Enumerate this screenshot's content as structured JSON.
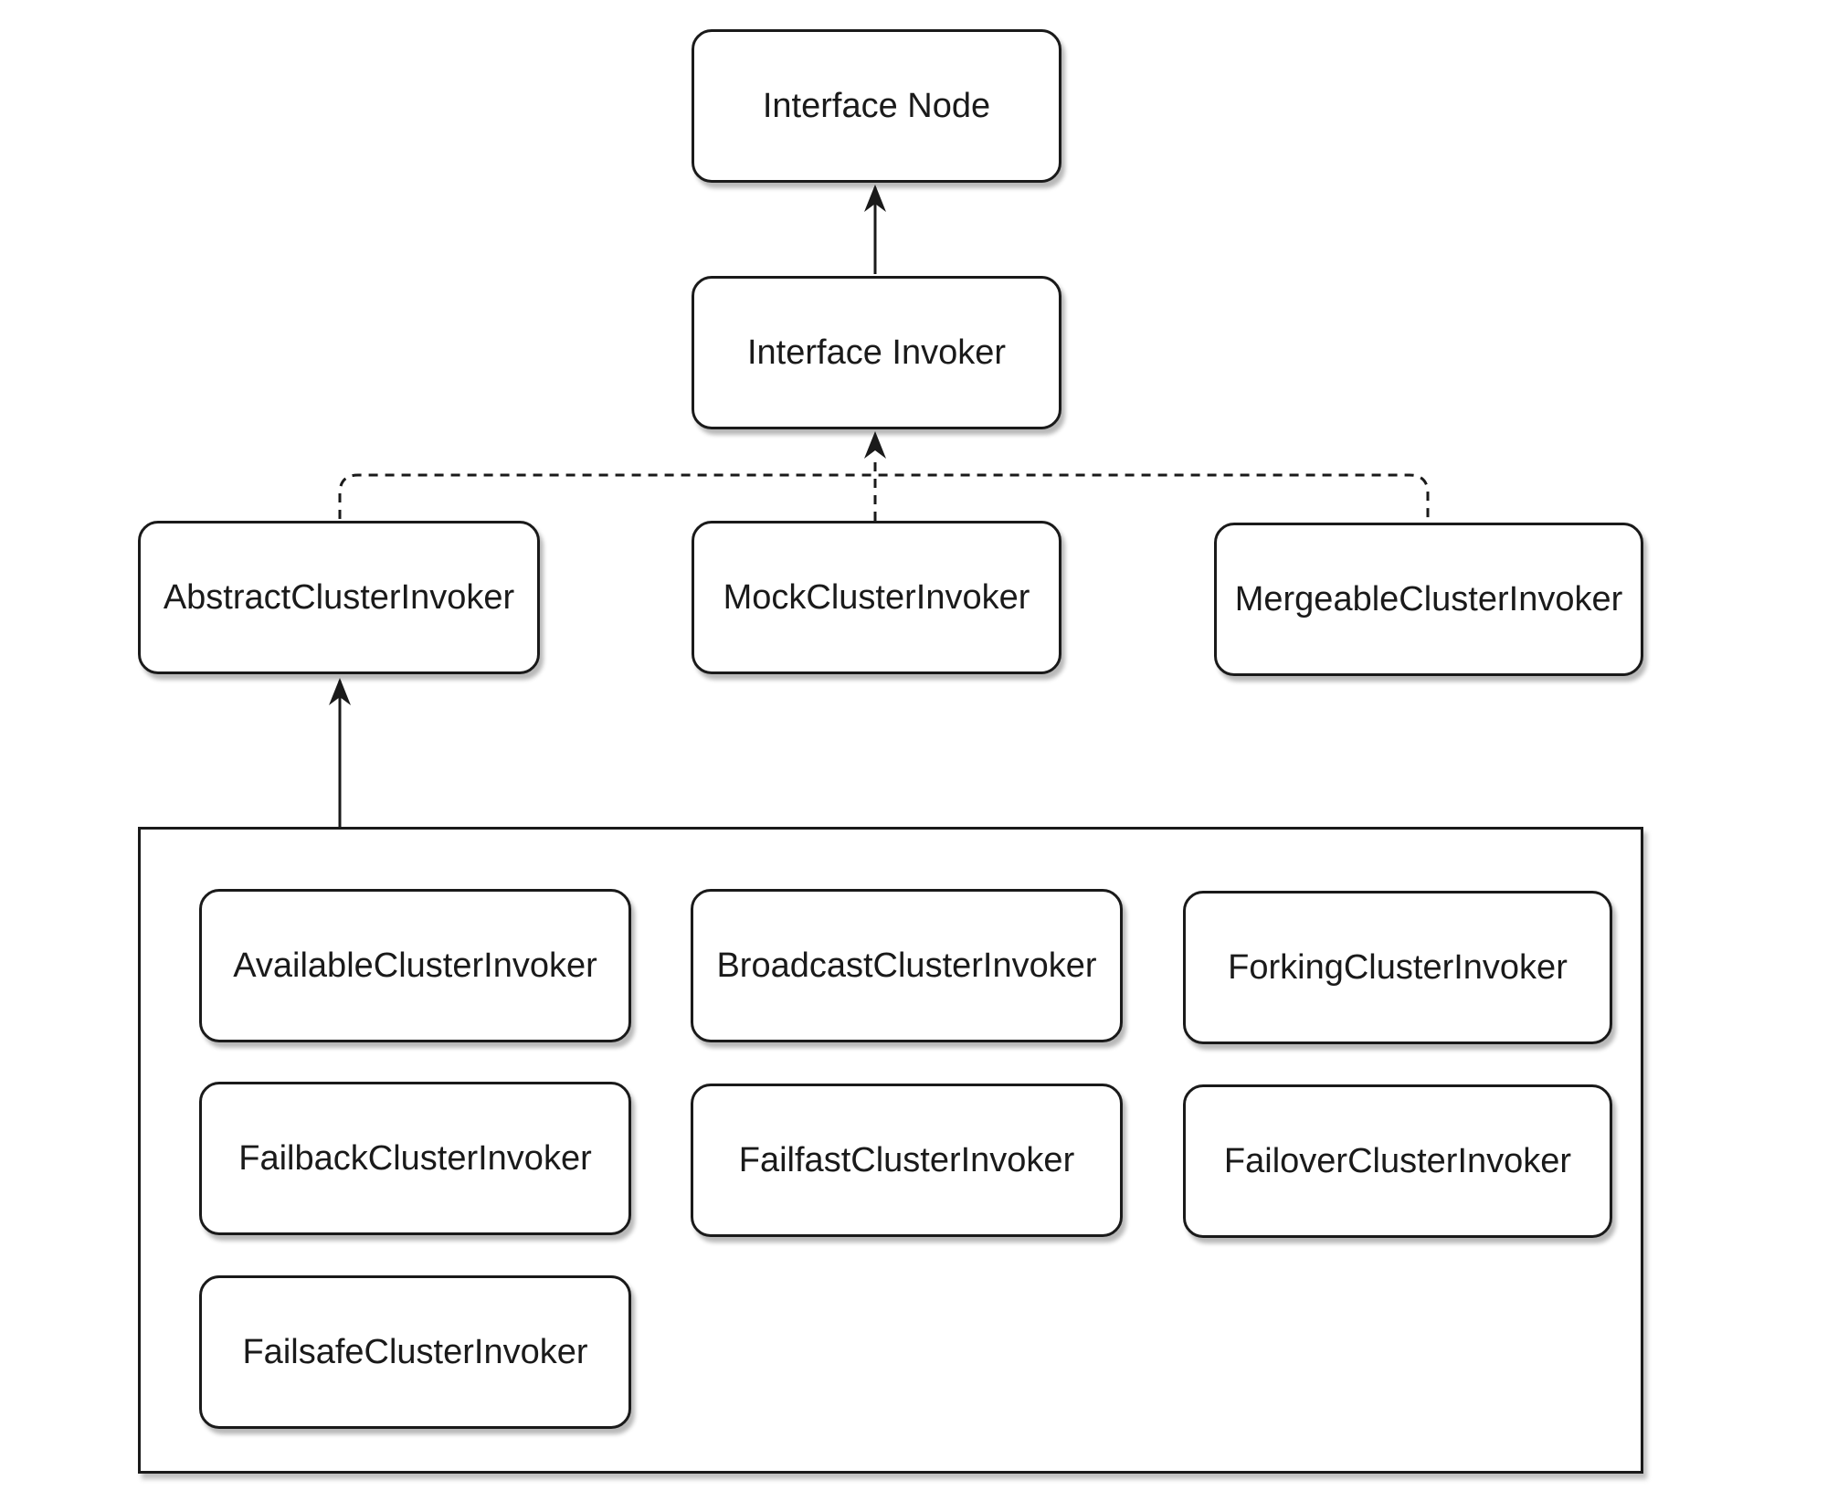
{
  "diagram": {
    "nodes": {
      "interface_node": "Interface Node",
      "interface_invoker": "Interface Invoker",
      "abstract_cluster_invoker": "AbstractClusterInvoker",
      "mock_cluster_invoker": "MockClusterInvoker",
      "mergeable_cluster_invoker": "MergeableClusterInvoker",
      "available_cluster_invoker": "AvailableClusterInvoker",
      "broadcast_cluster_invoker": "BroadcastClusterInvoker",
      "forking_cluster_invoker": "ForkingClusterInvoker",
      "failback_cluster_invoker": "FailbackClusterInvoker",
      "failfast_cluster_invoker": "FailfastClusterInvoker",
      "failover_cluster_invoker": "FailoverClusterInvoker",
      "failsafe_cluster_invoker": "FailsafeClusterInvoker"
    },
    "edges": [
      {
        "from": "Interface Invoker",
        "to": "Interface Node",
        "style": "solid"
      },
      {
        "from": "AbstractClusterInvoker",
        "to": "Interface Invoker",
        "style": "dashed"
      },
      {
        "from": "MockClusterInvoker",
        "to": "Interface Invoker",
        "style": "dashed"
      },
      {
        "from": "MergeableClusterInvoker",
        "to": "Interface Invoker",
        "style": "dashed"
      },
      {
        "from": "cluster invoker implementations group",
        "to": "AbstractClusterInvoker",
        "style": "solid"
      }
    ]
  }
}
